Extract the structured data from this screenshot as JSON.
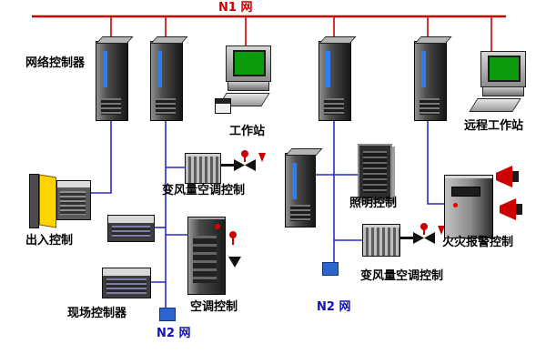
{
  "networks": {
    "n1": {
      "label": "N1 网"
    },
    "n2_left": {
      "label": "N2 网"
    },
    "n2_right": {
      "label": "N2 网"
    }
  },
  "devices": {
    "network_controller": {
      "label": "网络控制器"
    },
    "workstation": {
      "label": "工作站"
    },
    "remote_workstation": {
      "label": "远程工作站"
    },
    "access_control": {
      "label": "出入控制"
    },
    "field_controller": {
      "label": "现场控制器"
    },
    "vav_control_top": {
      "label": "变风量空调控制"
    },
    "ac_control": {
      "label": "空调控制"
    },
    "lighting_control": {
      "label": "照明控制"
    },
    "vav_control_bottom": {
      "label": "变风量空调控制"
    },
    "fire_alarm_control": {
      "label": "火灾报警控制"
    }
  },
  "colors": {
    "n1_bus": "#cc0000",
    "n2_wire": "#2a2ac8",
    "network_node": "#2b66cc",
    "screen_green": "#0d9a0d",
    "door_yellow": "#ffd400",
    "alarm_red": "#cc0000"
  }
}
